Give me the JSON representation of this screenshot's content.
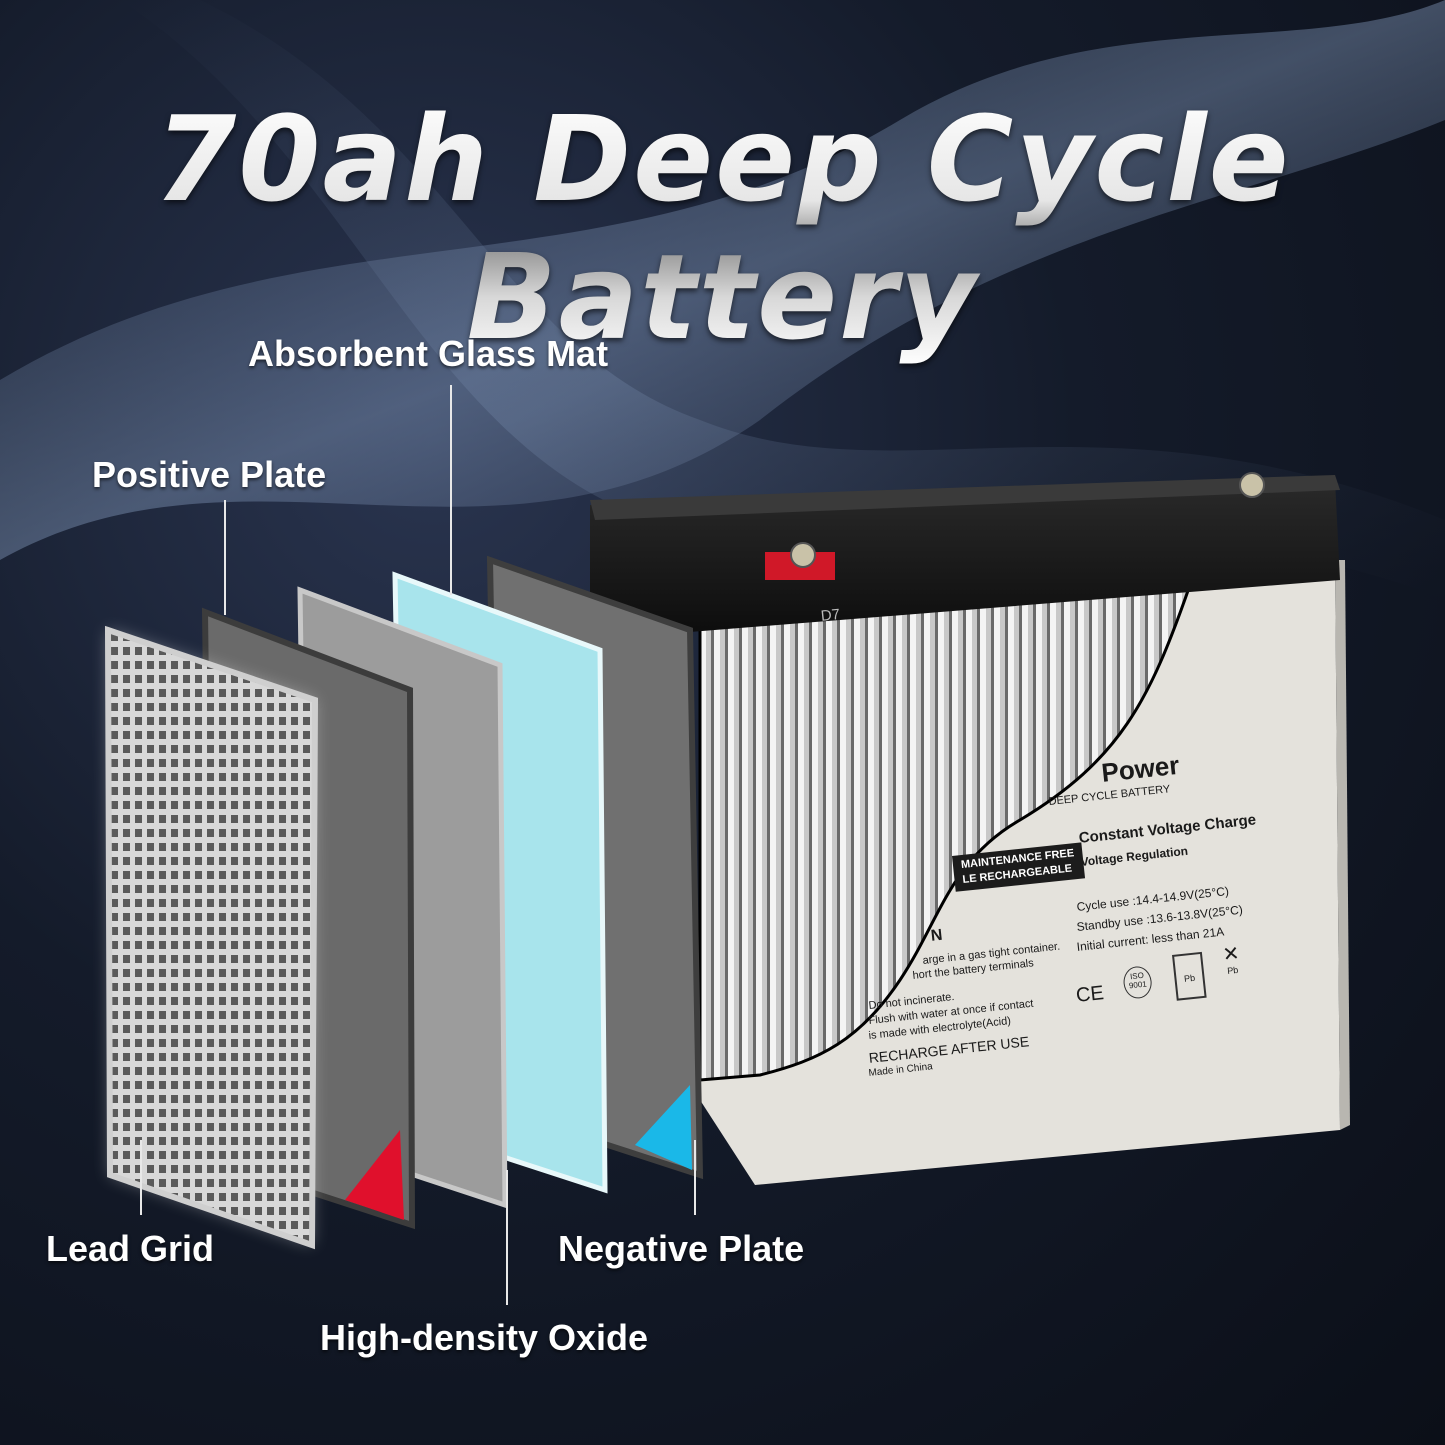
{
  "title": "70ah Deep Cycle Battery",
  "labels": {
    "absorbent_glass_mat": "Absorbent Glass Mat",
    "positive_plate": "Positive Plate",
    "lead_grid": "Lead Grid",
    "high_density_oxide": "High-density Oxide",
    "negative_plate": "Negative Plate"
  },
  "battery_label": {
    "lid_code": "D7",
    "brand_partial": "Power",
    "subtitle_partial": "DEEP CYCLE BATTERY",
    "badge_line1": "MAINTENANCE FREE",
    "badge_line2": "LE  RECHARGEABLE",
    "charge_title": "Constant Voltage Charge",
    "charge_subtitle": "Voltage Regulation",
    "cycle_use": "Cycle use        :14.4-14.9V(25°C)",
    "standby_use": "Standby use  :13.6-13.8V(25°C)",
    "initial_current": "Initial current: less than 21A",
    "warning_head": "N",
    "warning1": "arge in a gas tight container.",
    "warning2": "hort the battery terminals",
    "warning3": "Do not incinerate.",
    "warning4": "Flush with water at once if contact",
    "warning5": "is made with electrolyte(Acid)",
    "recharge": "RECHARGE AFTER USE",
    "made_in": "Made in China",
    "ce": "CE",
    "iso": "ISO 9001",
    "pb1": "Pb",
    "pb2": "Pb"
  },
  "colors": {
    "red_marker": "#e0102c",
    "cyan_marker": "#1ab8e8",
    "glass_mat": "#a8e4ec"
  }
}
